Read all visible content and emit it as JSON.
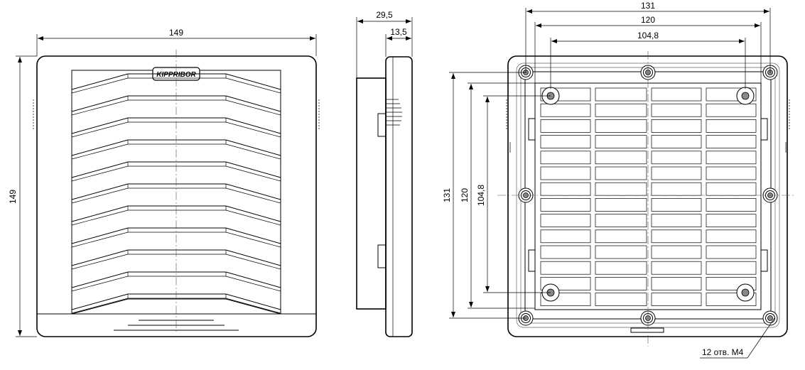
{
  "brand": "KIPPRIBOR",
  "front_view": {
    "width_label": "149",
    "height_label": "149"
  },
  "side_view": {
    "depth_label": "29,5",
    "inner_depth_label": "13,5"
  },
  "back_view": {
    "outer_width_label": "131",
    "mid_width_label": "120",
    "inner_width_label": "104,8",
    "outer_height_label": "131",
    "mid_height_label": "120",
    "inner_height_label": "104,8",
    "holes_note": "12 отв. M4"
  }
}
